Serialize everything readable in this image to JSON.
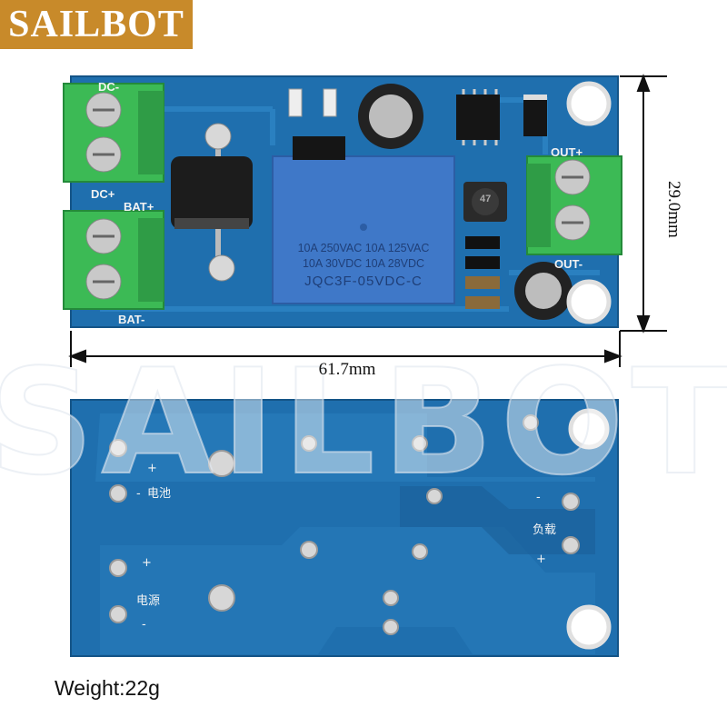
{
  "brand": {
    "name": "SAILBOT",
    "bg": "#c88a2a"
  },
  "board_top": {
    "labels": {
      "dc_top": "DC-",
      "dc_plus": "DC+",
      "bat_plus": "BAT+",
      "bat_minus": "BAT-",
      "out_plus": "OUT+",
      "out_minus": "OUT-"
    },
    "relay": {
      "line1": "10A 250VAC 10A 125VAC",
      "line2": "10A  30VDC 10A  28VDC",
      "model": "JQC3F-05VDC-C"
    },
    "inductor_label": "47"
  },
  "board_bottom": {
    "labels": {
      "battery": "电池",
      "battery_plus": "+",
      "battery_minus": "-",
      "power": "电源",
      "power_plus": "+",
      "power_minus": "-",
      "load": "负载",
      "load_plus": "+",
      "load_minus": "-"
    }
  },
  "dimensions": {
    "width": "61.7mm",
    "height": "29.0mm"
  },
  "watermark": "SAILBOT",
  "weight": "Weight:22g",
  "colors": {
    "pcb": "#1f6fae",
    "pcb_dark": "#16558c",
    "terminal": "#3cba55",
    "relay": "#3f78c8"
  }
}
